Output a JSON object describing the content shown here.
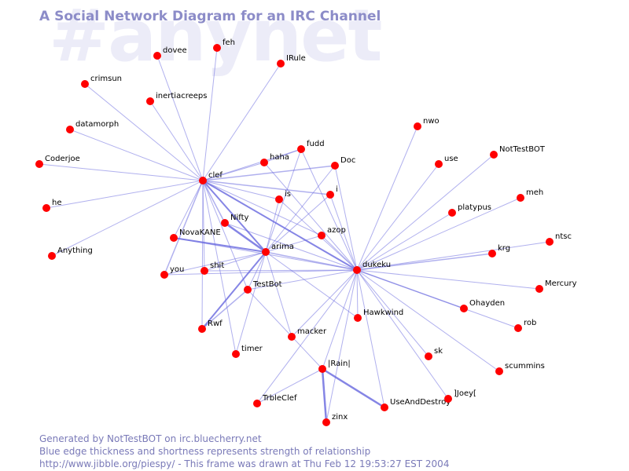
{
  "watermark": "#anynet",
  "title": "A Social Network Diagram for an IRC Channel",
  "footer": {
    "line1": "Generated by NotTestBOT on irc.bluecherry.net",
    "line2": "Blue edge thickness and shortness represents strength of relationship",
    "line3": "http://www.jibble.org/piespy/ - This frame was drawn at Thu Feb 12 19:53:27 EST 2004"
  },
  "colors": {
    "node": "#ff0000",
    "edge": "#7070e0",
    "title": "#8c8cc8",
    "watermark": "#ececf8"
  },
  "nodes": [
    {
      "id": "feh",
      "label": "feh"
    },
    {
      "id": "dovee",
      "label": "dovee"
    },
    {
      "id": "IRule",
      "label": "IRule"
    },
    {
      "id": "crimsun",
      "label": "crimsun"
    },
    {
      "id": "inertiacreeps",
      "label": "inertiacreeps"
    },
    {
      "id": "datamorph",
      "label": "datamorph"
    },
    {
      "id": "Coderjoe",
      "label": "Coderjoe"
    },
    {
      "id": "he",
      "label": "he"
    },
    {
      "id": "Anything",
      "label": "Anything"
    },
    {
      "id": "clef",
      "label": "clef"
    },
    {
      "id": "fudd",
      "label": "fudd"
    },
    {
      "id": "haha",
      "label": "haha"
    },
    {
      "id": "Doc",
      "label": "Doc"
    },
    {
      "id": "is",
      "label": "is"
    },
    {
      "id": "i",
      "label": "i"
    },
    {
      "id": "Nifty",
      "label": "Nifty"
    },
    {
      "id": "NovaKANE",
      "label": "NovaKANE"
    },
    {
      "id": "azop",
      "label": "azop"
    },
    {
      "id": "arima",
      "label": "arima"
    },
    {
      "id": "you",
      "label": "you"
    },
    {
      "id": "shit",
      "label": "shit"
    },
    {
      "id": "TestBot",
      "label": "TestBot"
    },
    {
      "id": "Rwf",
      "label": "Rwf"
    },
    {
      "id": "timer",
      "label": "timer"
    },
    {
      "id": "macker",
      "label": "macker"
    },
    {
      "id": "Hawkwind",
      "label": "Hawkwind"
    },
    {
      "id": "dukeku",
      "label": "dukeku"
    },
    {
      "id": "nwo",
      "label": "nwo"
    },
    {
      "id": "use",
      "label": "use"
    },
    {
      "id": "NotTestBOT",
      "label": "NotTestBOT"
    },
    {
      "id": "meh",
      "label": "meh"
    },
    {
      "id": "platypus",
      "label": "platypus"
    },
    {
      "id": "krg",
      "label": "krg"
    },
    {
      "id": "ntsc",
      "label": "ntsc"
    },
    {
      "id": "Mercury",
      "label": "Mercury"
    },
    {
      "id": "Ohayden",
      "label": "Ohayden"
    },
    {
      "id": "rob",
      "label": "rob"
    },
    {
      "id": "sk",
      "label": "sk"
    },
    {
      "id": "scummins",
      "label": "scummins"
    },
    {
      "id": "Rain",
      "label": "|Rain|"
    },
    {
      "id": "TrbleClef",
      "label": "TrbleClef"
    },
    {
      "id": "zinx",
      "label": "zinx"
    },
    {
      "id": "UseAndDestroy",
      "label": "UseAndDestroy"
    },
    {
      "id": "Joey",
      "label": "]Joey["
    }
  ],
  "edges": [
    {
      "a": "clef",
      "b": "feh",
      "w": 1
    },
    {
      "a": "clef",
      "b": "dovee",
      "w": 1
    },
    {
      "a": "clef",
      "b": "IRule",
      "w": 1
    },
    {
      "a": "clef",
      "b": "crimsun",
      "w": 1
    },
    {
      "a": "clef",
      "b": "inertiacreeps",
      "w": 1
    },
    {
      "a": "clef",
      "b": "datamorph",
      "w": 1
    },
    {
      "a": "clef",
      "b": "Coderjoe",
      "w": 1
    },
    {
      "a": "clef",
      "b": "he",
      "w": 1
    },
    {
      "a": "clef",
      "b": "Anything",
      "w": 1
    },
    {
      "a": "clef",
      "b": "fudd",
      "w": 1
    },
    {
      "a": "clef",
      "b": "haha",
      "w": 1
    },
    {
      "a": "clef",
      "b": "Doc",
      "w": 1.5
    },
    {
      "a": "clef",
      "b": "is",
      "w": 1
    },
    {
      "a": "clef",
      "b": "i",
      "w": 1.5
    },
    {
      "a": "clef",
      "b": "Nifty",
      "w": 1.5
    },
    {
      "a": "clef",
      "b": "NovaKANE",
      "w": 1
    },
    {
      "a": "clef",
      "b": "arima",
      "w": 2
    },
    {
      "a": "clef",
      "b": "you",
      "w": 1.5
    },
    {
      "a": "clef",
      "b": "shit",
      "w": 1
    },
    {
      "a": "clef",
      "b": "TestBot",
      "w": 1
    },
    {
      "a": "clef",
      "b": "Rwf",
      "w": 1
    },
    {
      "a": "clef",
      "b": "timer",
      "w": 1
    },
    {
      "a": "clef",
      "b": "dukeku",
      "w": 2
    },
    {
      "a": "clef",
      "b": "azop",
      "w": 1
    },
    {
      "a": "haha",
      "b": "fudd",
      "w": 1
    },
    {
      "a": "fudd",
      "b": "arima",
      "w": 1
    },
    {
      "a": "dukeku",
      "b": "fudd",
      "w": 1
    },
    {
      "a": "dukeku",
      "b": "haha",
      "w": 1
    },
    {
      "a": "dukeku",
      "b": "Doc",
      "w": 1
    },
    {
      "a": "dukeku",
      "b": "is",
      "w": 1
    },
    {
      "a": "dukeku",
      "b": "i",
      "w": 1
    },
    {
      "a": "Doc",
      "b": "arima",
      "w": 1
    },
    {
      "a": "i",
      "b": "arima",
      "w": 1
    },
    {
      "a": "is",
      "b": "arima",
      "w": 1
    },
    {
      "a": "Nifty",
      "b": "arima",
      "w": 2.5
    },
    {
      "a": "Nifty",
      "b": "dukeku",
      "w": 1
    },
    {
      "a": "NovaKANE",
      "b": "arima",
      "w": 2
    },
    {
      "a": "NovaKANE",
      "b": "dukeku",
      "w": 1
    },
    {
      "a": "azop",
      "b": "dukeku",
      "w": 1
    },
    {
      "a": "azop",
      "b": "arima",
      "w": 1
    },
    {
      "a": "arima",
      "b": "dukeku",
      "w": 1.5
    },
    {
      "a": "arima",
      "b": "you",
      "w": 1
    },
    {
      "a": "arima",
      "b": "shit",
      "w": 1
    },
    {
      "a": "arima",
      "b": "TestBot",
      "w": 1
    },
    {
      "a": "arima",
      "b": "Rwf",
      "w": 2
    },
    {
      "a": "arima",
      "b": "timer",
      "w": 1
    },
    {
      "a": "arima",
      "b": "macker",
      "w": 1
    },
    {
      "a": "arima",
      "b": "Hawkwind",
      "w": 1
    },
    {
      "a": "shit",
      "b": "dukeku",
      "w": 1
    },
    {
      "a": "you",
      "b": "dukeku",
      "w": 1
    },
    {
      "a": "TestBot",
      "b": "dukeku",
      "w": 1
    },
    {
      "a": "TestBot",
      "b": "Rwf",
      "w": 1.5
    },
    {
      "a": "TestBot",
      "b": "Rain",
      "w": 1
    },
    {
      "a": "macker",
      "b": "dukeku",
      "w": 1
    },
    {
      "a": "Hawkwind",
      "b": "dukeku",
      "w": 1
    },
    {
      "a": "dukeku",
      "b": "nwo",
      "w": 1
    },
    {
      "a": "dukeku",
      "b": "use",
      "w": 1
    },
    {
      "a": "dukeku",
      "b": "NotTestBOT",
      "w": 1
    },
    {
      "a": "dukeku",
      "b": "meh",
      "w": 1
    },
    {
      "a": "dukeku",
      "b": "platypus",
      "w": 1
    },
    {
      "a": "dukeku",
      "b": "krg",
      "w": 1.5
    },
    {
      "a": "dukeku",
      "b": "ntsc",
      "w": 1
    },
    {
      "a": "dukeku",
      "b": "Mercury",
      "w": 1
    },
    {
      "a": "dukeku",
      "b": "Ohayden",
      "w": 1.5
    },
    {
      "a": "dukeku",
      "b": "rob",
      "w": 1
    },
    {
      "a": "dukeku",
      "b": "sk",
      "w": 1
    },
    {
      "a": "dukeku",
      "b": "scummins",
      "w": 1
    },
    {
      "a": "dukeku",
      "b": "Rain",
      "w": 1
    },
    {
      "a": "dukeku",
      "b": "TrbleClef",
      "w": 1
    },
    {
      "a": "dukeku",
      "b": "UseAndDestroy",
      "w": 1
    },
    {
      "a": "dukeku",
      "b": "Joey",
      "w": 1
    },
    {
      "a": "dukeku",
      "b": "zinx",
      "w": 1
    },
    {
      "a": "Rain",
      "b": "zinx",
      "w": 2.5
    },
    {
      "a": "Rain",
      "b": "UseAndDestroy",
      "w": 2.5
    },
    {
      "a": "Rain",
      "b": "TrbleClef",
      "w": 1
    }
  ]
}
